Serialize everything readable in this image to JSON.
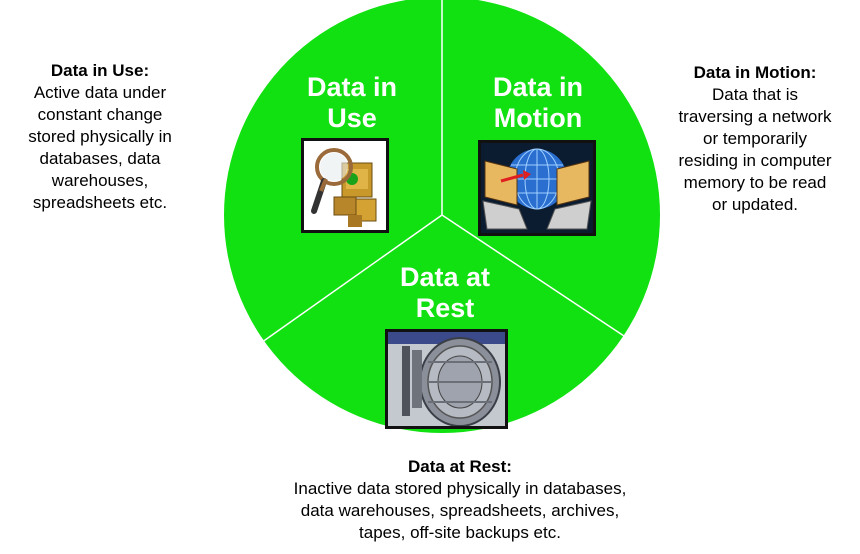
{
  "segments": {
    "use": {
      "title_line1": "Data in",
      "title_line2": "Use",
      "image": "magnifier-safe-icon"
    },
    "motion": {
      "title_line1": "Data in",
      "title_line2": "Motion",
      "image": "network-transfer-icon"
    },
    "rest": {
      "title_line1": "Data at",
      "title_line2": "Rest",
      "image": "vault-door-icon"
    }
  },
  "descriptions": {
    "left": {
      "heading": "Data in Use:",
      "lines": [
        "Active data under",
        "constant change",
        "stored physically in",
        "databases, data",
        "warehouses,",
        "spreadsheets etc."
      ]
    },
    "right": {
      "heading": "Data in Motion:",
      "lines": [
        "Data that is",
        "traversing a network",
        "or temporarily",
        "residing in computer",
        "memory to be read",
        "or updated."
      ]
    },
    "bottom": {
      "heading": "Data at Rest:",
      "lines": [
        "Inactive data stored physically in databases,",
        "data warehouses, spreadsheets, archives,",
        "tapes, off-site backups etc."
      ]
    }
  },
  "colors": {
    "circle_fill": "#11e011",
    "divider": "#ffffff",
    "title_text": "#ffffff"
  }
}
